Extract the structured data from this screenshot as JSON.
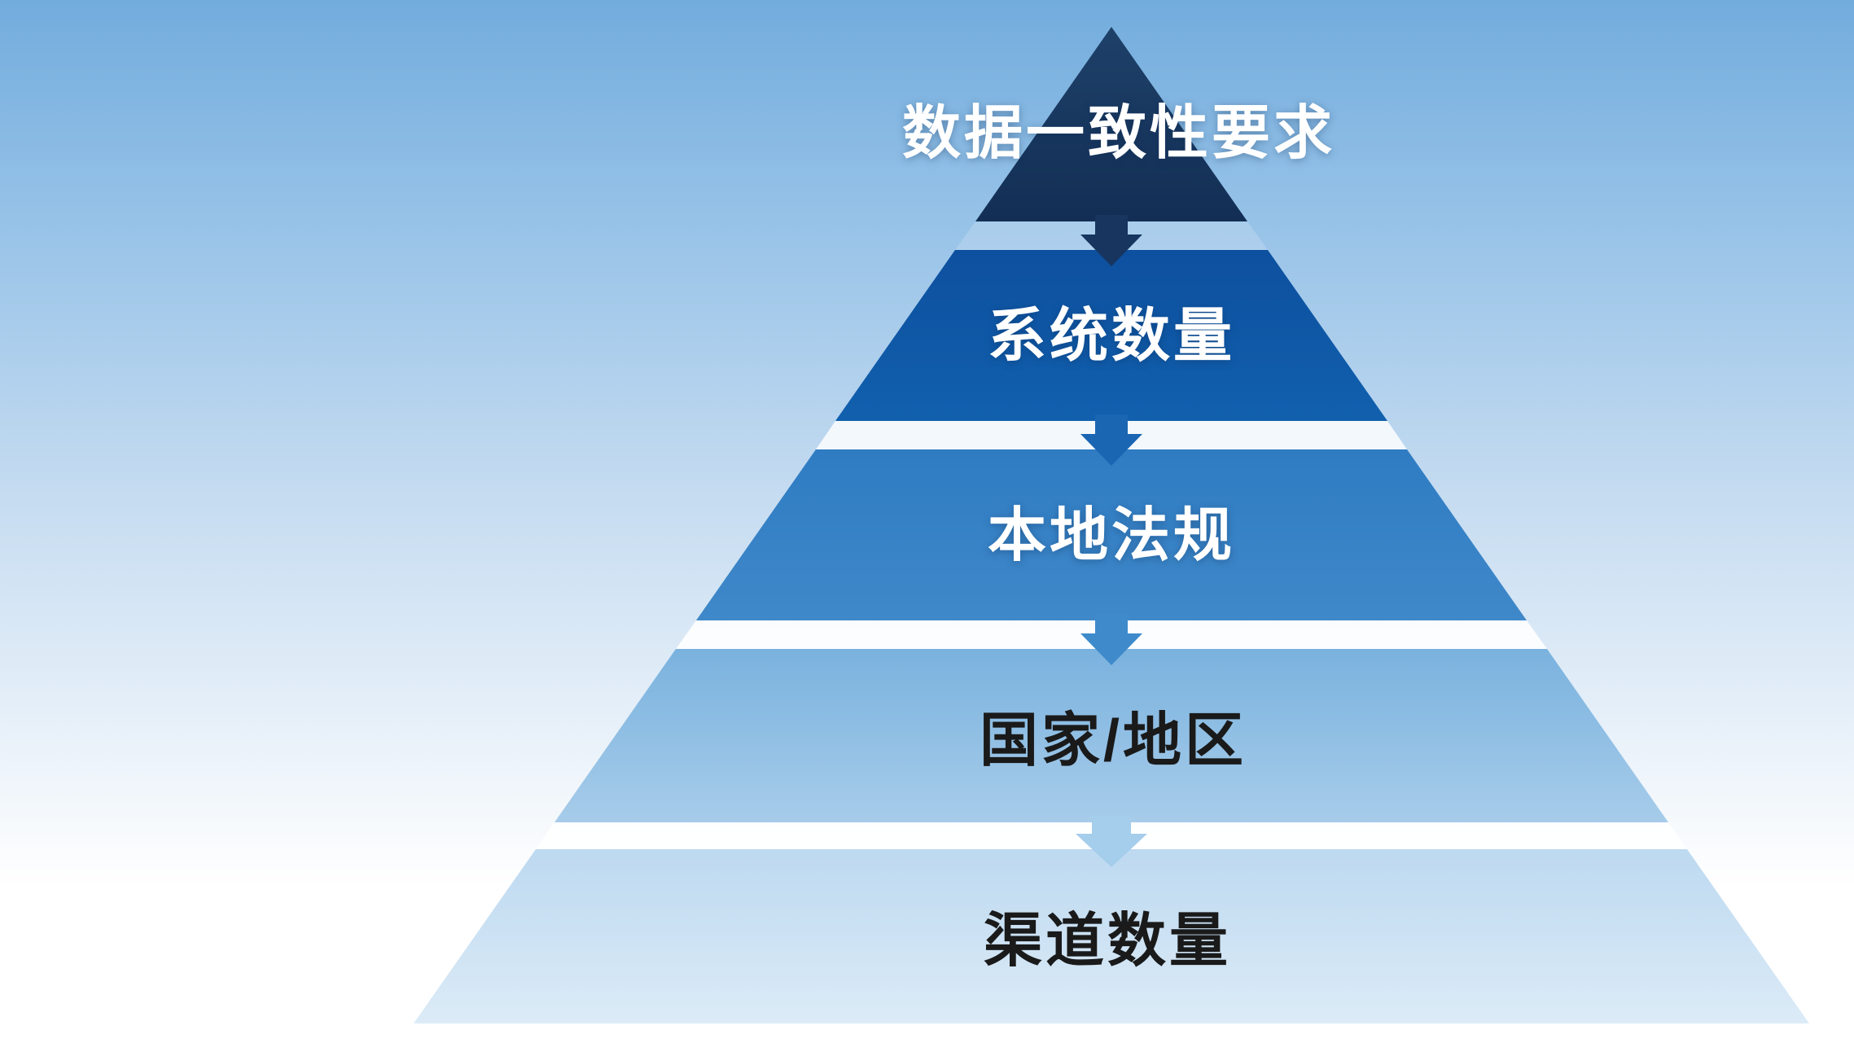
{
  "diagram": {
    "type": "pyramid",
    "orientation": "apex-top",
    "levels": [
      {
        "rank": 1,
        "label": "数据一致性要求",
        "color_top": "#1E4169",
        "color_bottom": "#132E55",
        "text_color": "#FFFFFF"
      },
      {
        "rank": 2,
        "label": "系统数量",
        "color_top": "#0D509F",
        "color_bottom": "#1160AE",
        "text_color": "#FFFFFF"
      },
      {
        "rank": 3,
        "label": "本地法规",
        "color_top": "#2F7CC3",
        "color_bottom": "#3F88C9",
        "text_color": "#FFFFFF"
      },
      {
        "rank": 4,
        "label": "国家/地区",
        "color_top": "#7AB2DE",
        "color_bottom": "#A7CCEA",
        "text_color": "#1A1A1A"
      },
      {
        "rank": 5,
        "label": "渠道数量",
        "color_top": "#BDD9F0",
        "color_bottom": "#DCEBF7",
        "text_color": "#1A1A1A"
      }
    ],
    "arrows": [
      {
        "from": 1,
        "to": 2,
        "direction": "down",
        "color": "#17355E"
      },
      {
        "from": 2,
        "to": 3,
        "direction": "down",
        "color": "#1A66B3"
      },
      {
        "from": 3,
        "to": 4,
        "direction": "down",
        "color": "#3E8ACB"
      },
      {
        "from": 4,
        "to": 5,
        "direction": "down",
        "color": "#A5CDEC"
      }
    ],
    "separator_color": "#FFFFFF",
    "background": {
      "sky_top": "#72ACDD",
      "sky_upper": "#98C3E8",
      "sky_mid": "#C6DCF1",
      "sky_bottom": "#FFFFFF"
    }
  }
}
